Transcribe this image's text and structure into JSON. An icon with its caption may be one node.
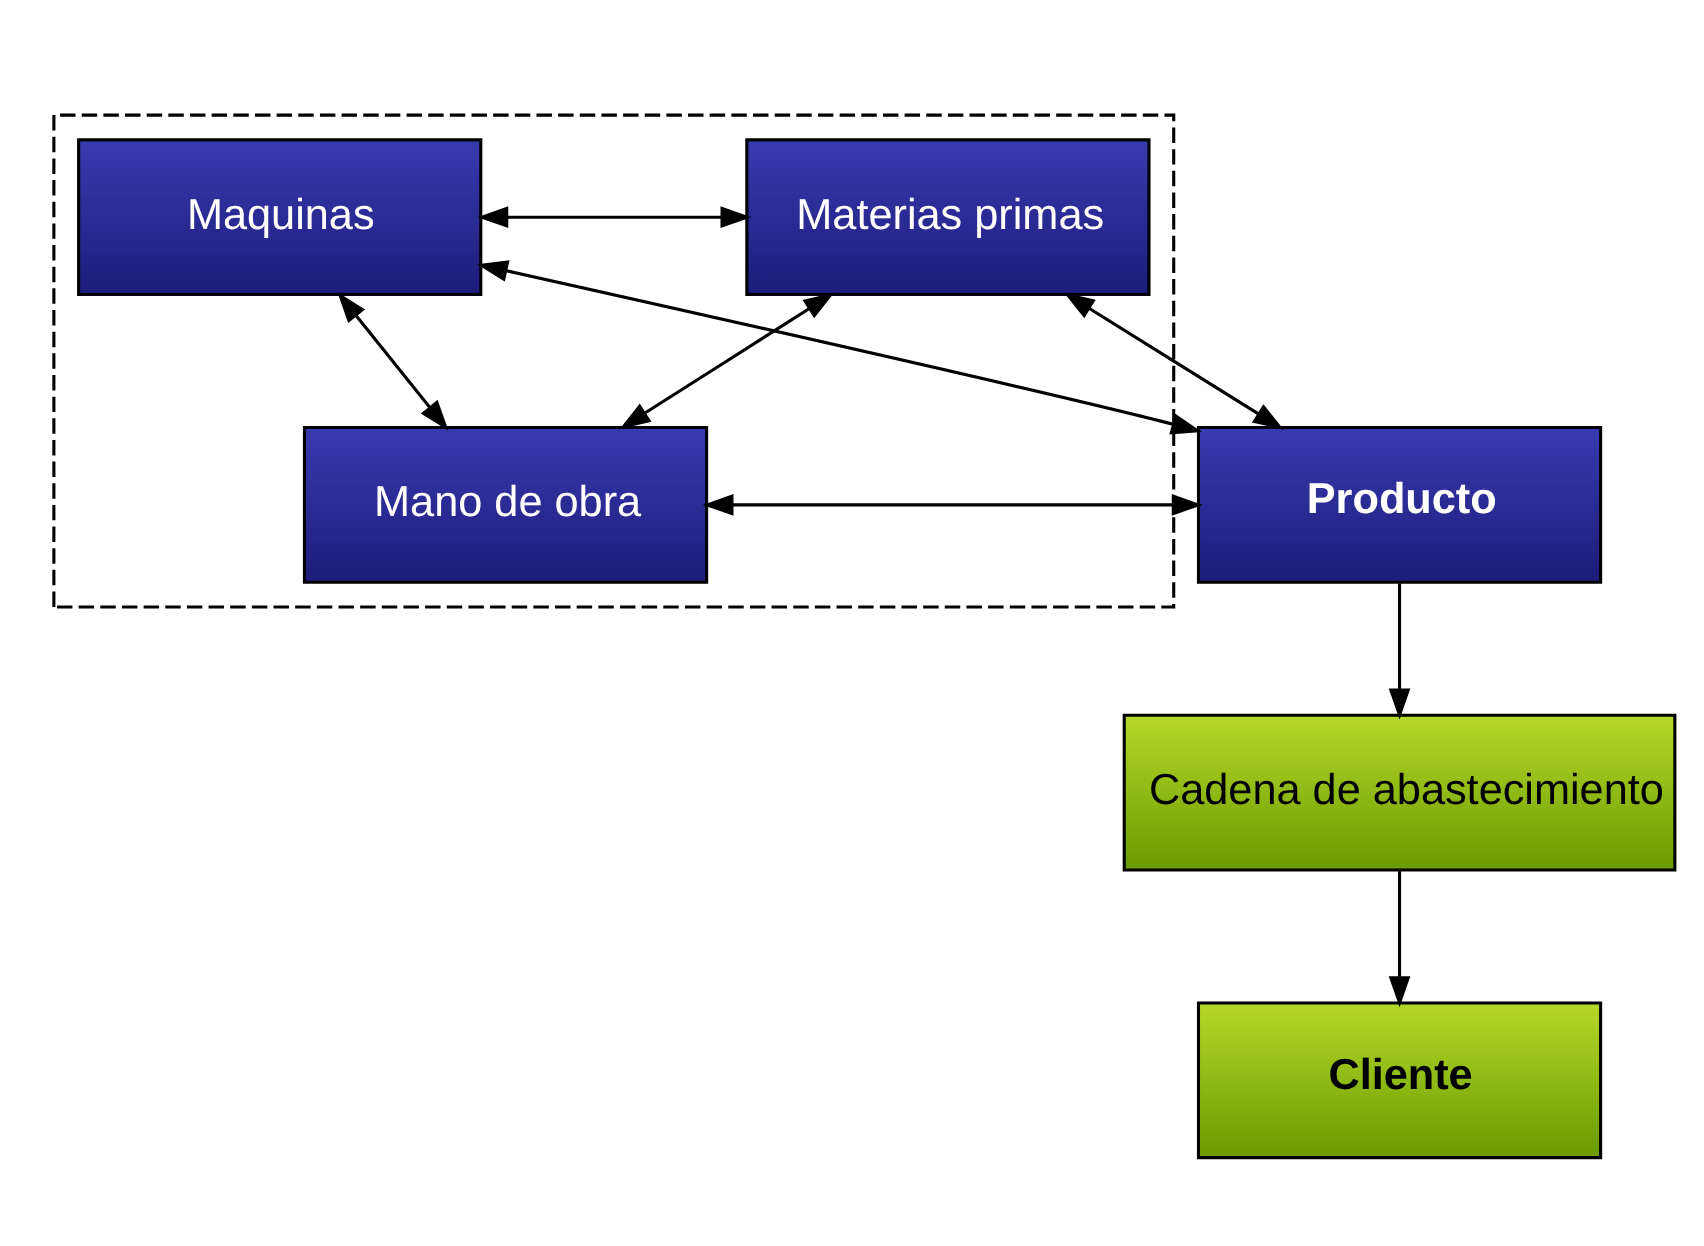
{
  "diagram": {
    "nodes": [
      {
        "text": [],
        "shape": "box"
      },
      {
        "text": [
          "Maquinas"
        ],
        "in": 0
      },
      {
        "text": [
          "Materias primas"
        ],
        "in": 0
      },
      {
        "text": [
          "Mano de obra"
        ],
        "in": 0
      },
      {
        "text": [
          "Producto"
        ]
      },
      {
        "text": [
          "Cadena de abastecimiento"
        ]
      },
      {
        "text": [
          "Cliente"
        ]
      }
    ],
    "edges": [
      {
        "from": 1,
        "to": 2,
        "arrow": "both"
      },
      {
        "from": 1,
        "to": 3,
        "arrow": "both"
      },
      {
        "from": 1,
        "to": 4,
        "arrow": "both"
      },
      {
        "from": 3,
        "to": 2,
        "arrow": "both"
      },
      {
        "from": 3,
        "to": 4,
        "arrow": "both"
      },
      {
        "from": 2,
        "to": 4,
        "arrow": "both"
      },
      {
        "from": 4,
        "to": 5,
        "arrow": "to"
      },
      {
        "from": 5,
        "to": 6,
        "arrow": "to"
      }
    ]
  }
}
